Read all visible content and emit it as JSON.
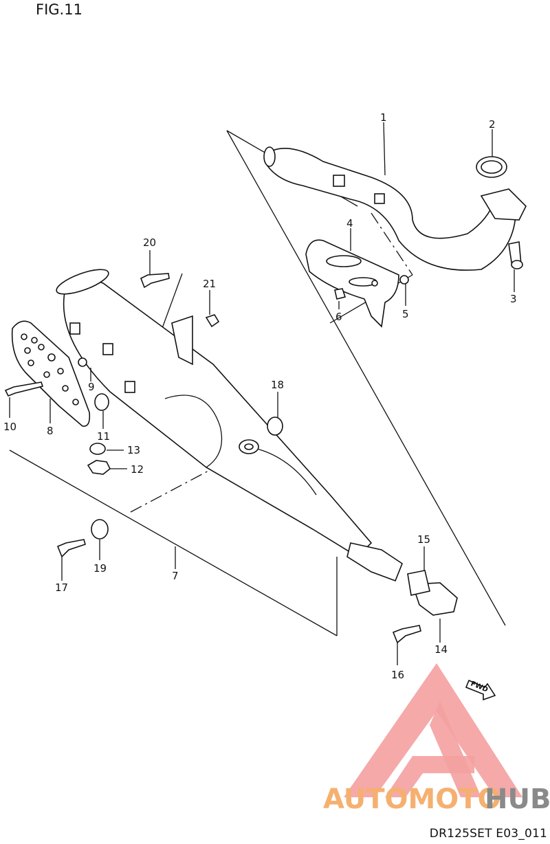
{
  "figure": {
    "title": "FIG.11",
    "code": "DR125SET E03_011"
  },
  "labels": [
    "1",
    "2",
    "3",
    "4",
    "5",
    "6",
    "7",
    "8",
    "9",
    "10",
    "11",
    "12",
    "13",
    "14",
    "15",
    "16",
    "17",
    "18",
    "19",
    "20",
    "21"
  ],
  "fwd_marker": "FWD",
  "watermark": {
    "text_left": "AUTOMOTO",
    "text_right": "HUB",
    "colors": {
      "brand_red": "#f06060",
      "brand_orange": "#f5b070",
      "brand_gray": "#8a8a8a"
    }
  }
}
